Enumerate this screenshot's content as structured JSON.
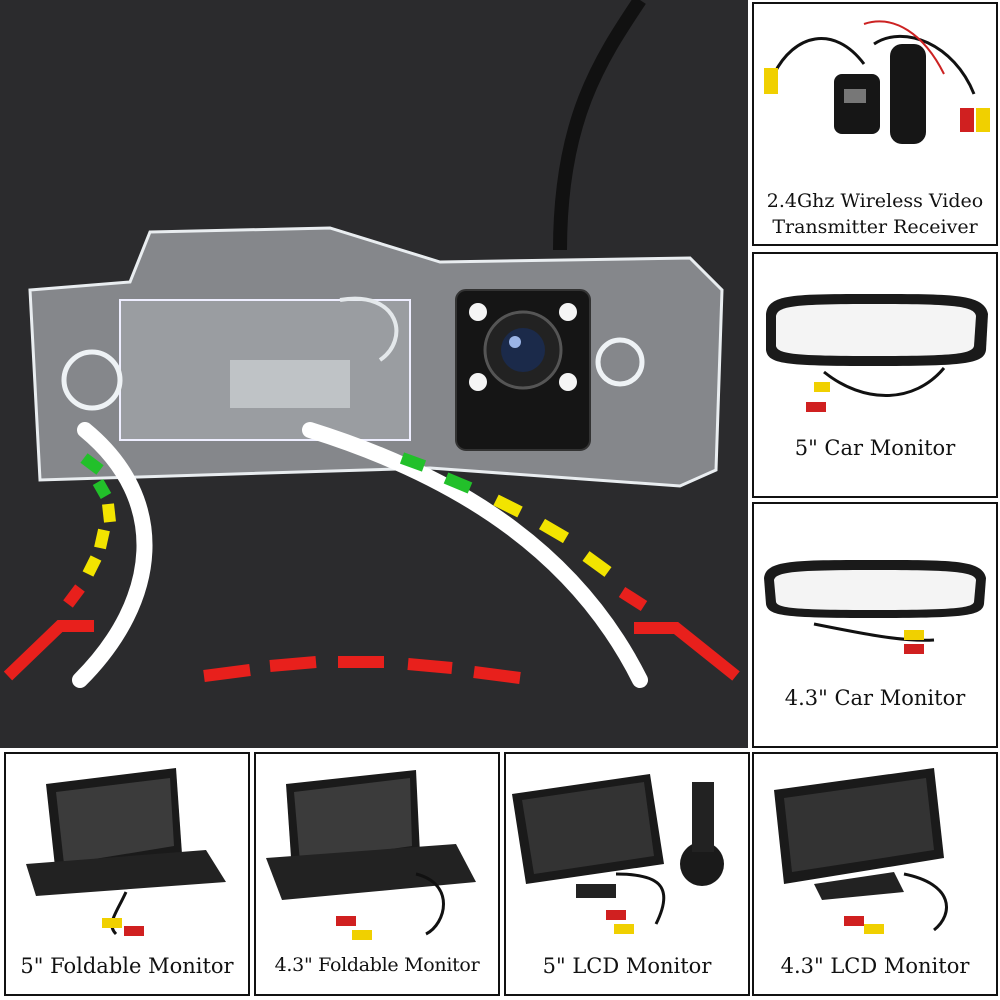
{
  "main_image": {
    "subject": "rear-view-camera-with-license-plate-housing",
    "colors": {
      "background": "#2b2b2d",
      "guide_green": "#22c02a",
      "guide_yellow": "#f2e400",
      "guide_red": "#e8201c",
      "trajectory_white": "#ffffff"
    }
  },
  "products": {
    "wireless": {
      "title_line1": "2.4Ghz Wireless Video",
      "title_line2": "Transmitter Receiver",
      "icon": "wireless-transmitter-icon"
    },
    "car_monitor_5": {
      "title": "5\" Car Monitor",
      "icon": "mirror-monitor-icon"
    },
    "car_monitor_43": {
      "title": "4.3\" Car Monitor",
      "icon": "mirror-monitor-icon"
    },
    "foldable_5": {
      "title": "5\" Foldable Monitor",
      "icon": "foldable-monitor-icon"
    },
    "foldable_43": {
      "title": "4.3\" Foldable Monitor",
      "icon": "foldable-monitor-icon"
    },
    "lcd_5": {
      "title": "5\" LCD Monitor",
      "icon": "lcd-monitor-icon"
    },
    "lcd_43": {
      "title": "4.3\" LCD Monitor",
      "icon": "lcd-monitor-icon"
    }
  }
}
